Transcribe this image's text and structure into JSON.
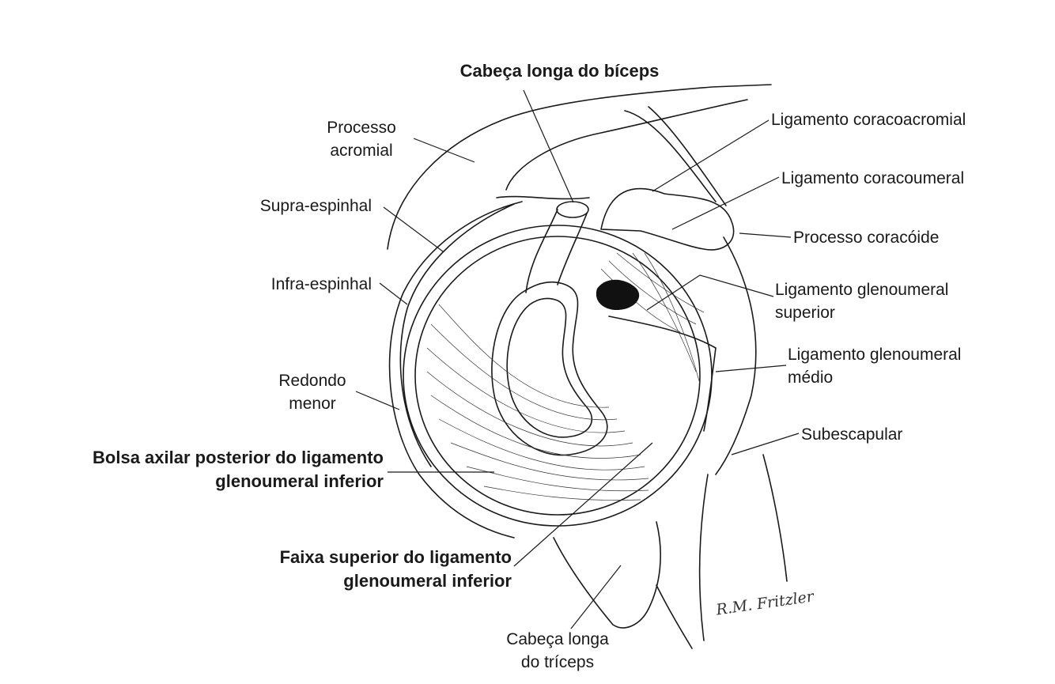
{
  "labels": {
    "biceps": "Cabeça longa do bíceps",
    "acromial_1": "Processo",
    "acromial_2": "acromial",
    "supra": "Supra-espinhal",
    "infra": "Infra-espinhal",
    "redondo_1": "Redondo",
    "redondo_2": "menor",
    "bolsa_1": "Bolsa axilar posterior do ligamento",
    "bolsa_2": "glenoumeral inferior",
    "faixa_1": "Faixa superior do ligamento",
    "faixa_2": "glenoumeral inferior",
    "triceps_1": "Cabeça longa",
    "triceps_2": "do tríceps",
    "coracoacromial": "Ligamento coracoacromial",
    "coracoumeral": "Ligamento coracoumeral",
    "coracoide": "Processo coracóide",
    "gl_superior_1": "Ligamento glenoumeral",
    "gl_superior_2": "superior",
    "gl_medio_1": "Ligamento glenoumeral",
    "gl_medio_2": "médio",
    "subescapular": "Subescapular"
  },
  "signature": "R.M. Fritzler",
  "colors": {
    "ink": "#1a1a1a",
    "background": "#ffffff"
  }
}
